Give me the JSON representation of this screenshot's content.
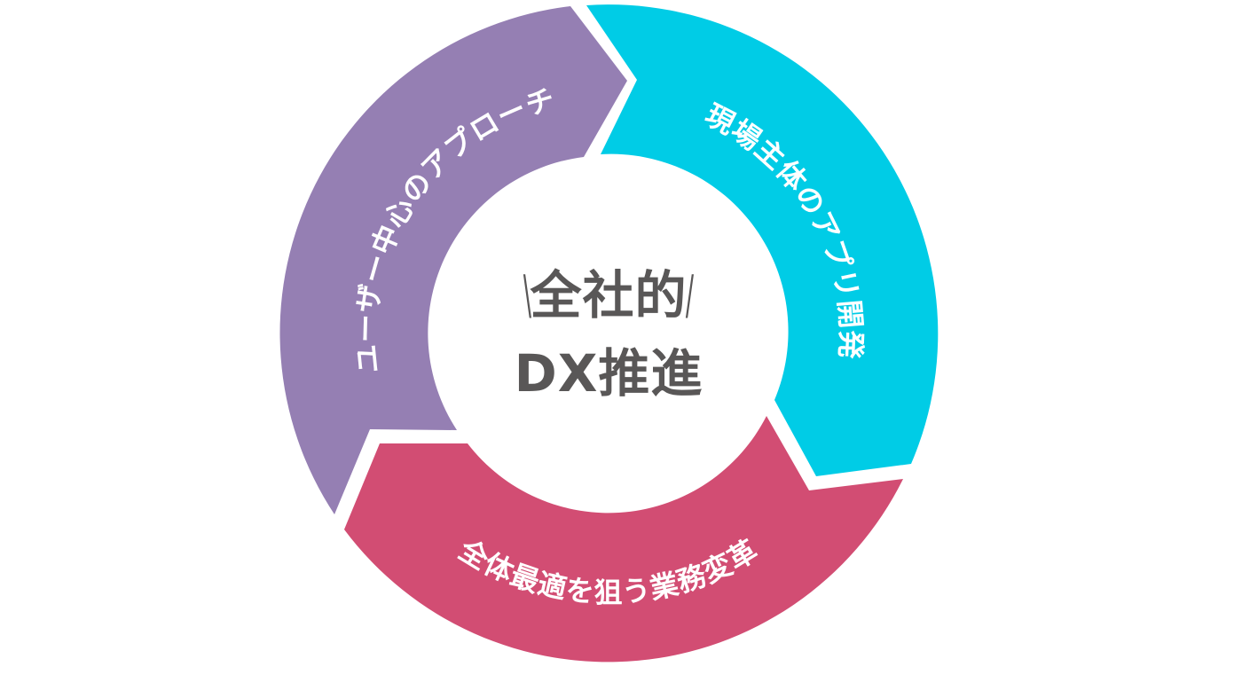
{
  "diagram": {
    "type": "cycle",
    "center": {
      "line1": "全社的",
      "line2": "DX推進",
      "left_slash": "\\",
      "right_slash": "/",
      "text_color": "#595757"
    },
    "segments": [
      {
        "label": "ユーザー中心のアプローチ",
        "color": "#957FB3",
        "position": "left"
      },
      {
        "label": "現場主体のアプリ開発",
        "color": "#00CCE6",
        "position": "right"
      },
      {
        "label": "全体最適を狙う業務変革",
        "color": "#D24D73",
        "position": "bottom"
      }
    ],
    "flow_direction": "clockwise"
  }
}
